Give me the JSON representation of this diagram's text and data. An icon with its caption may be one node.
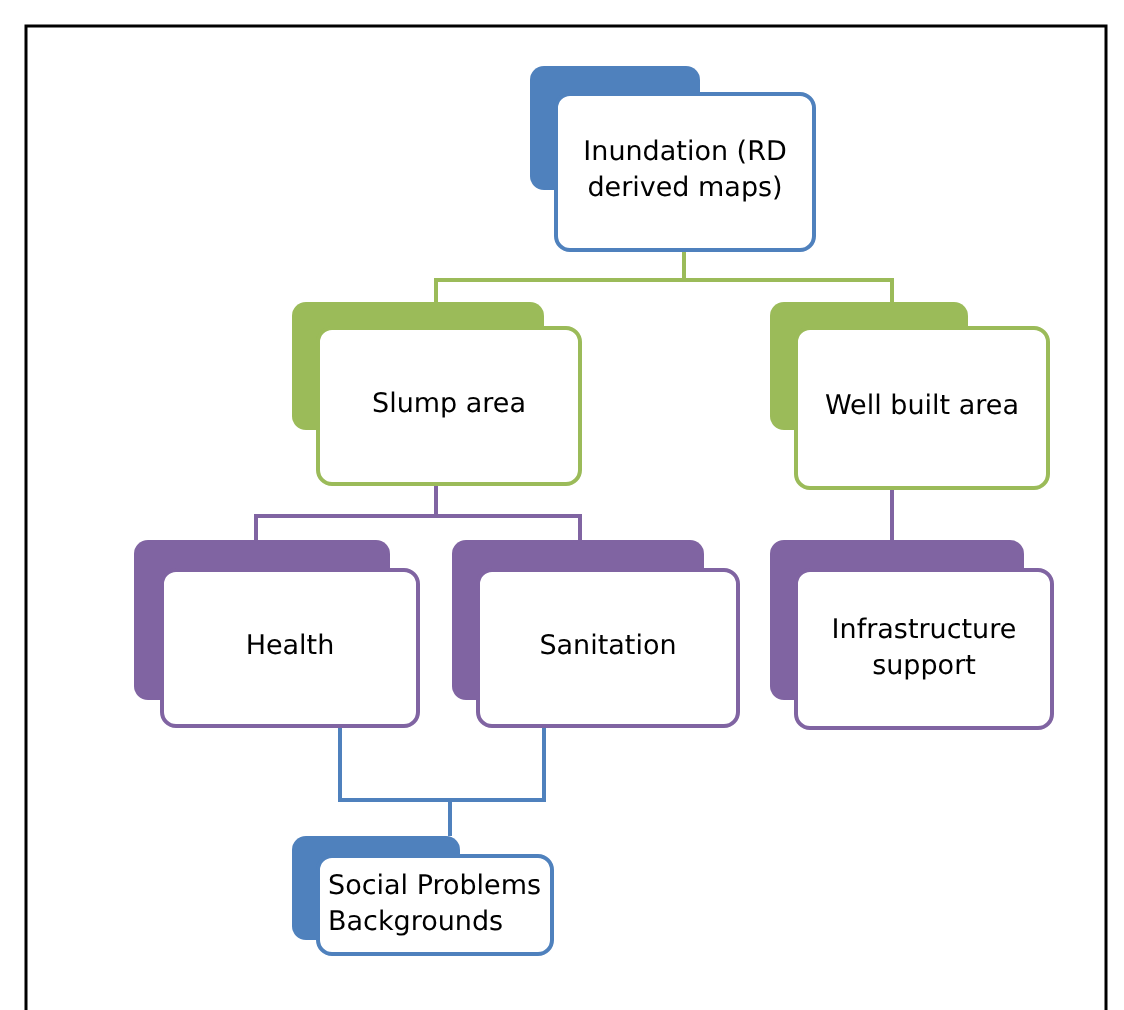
{
  "diagram": {
    "nodes": [
      {
        "text": [
          "Inundation (RD derived maps)"
        ]
      },
      {
        "text": [
          "Slump area"
        ]
      },
      {
        "text": [
          "Well built area"
        ]
      },
      {
        "text": [
          "Health"
        ]
      },
      {
        "text": [
          "Sanitation"
        ]
      },
      {
        "text": [
          "Infrastructure support"
        ]
      },
      {
        "text": [
          "Social Problems Backgrounds"
        ]
      }
    ],
    "edges": [
      {
        "from": 0,
        "to": 1,
        "arrow": "none",
        "color": "#9bbb59"
      },
      {
        "from": 0,
        "to": 2,
        "arrow": "none",
        "color": "#9bbb59"
      },
      {
        "from": 1,
        "to": 3,
        "arrow": "none"
      },
      {
        "from": 1,
        "to": 4,
        "arrow": "none"
      },
      {
        "from": 2,
        "to": 5,
        "arrow": "none"
      },
      {
        "from": 3,
        "to": 6,
        "arrow": "none",
        "color": "#4f81bd"
      },
      {
        "from": 4,
        "to": 6,
        "arrow": "none",
        "color": "#4f81bd"
      }
    ]
  }
}
